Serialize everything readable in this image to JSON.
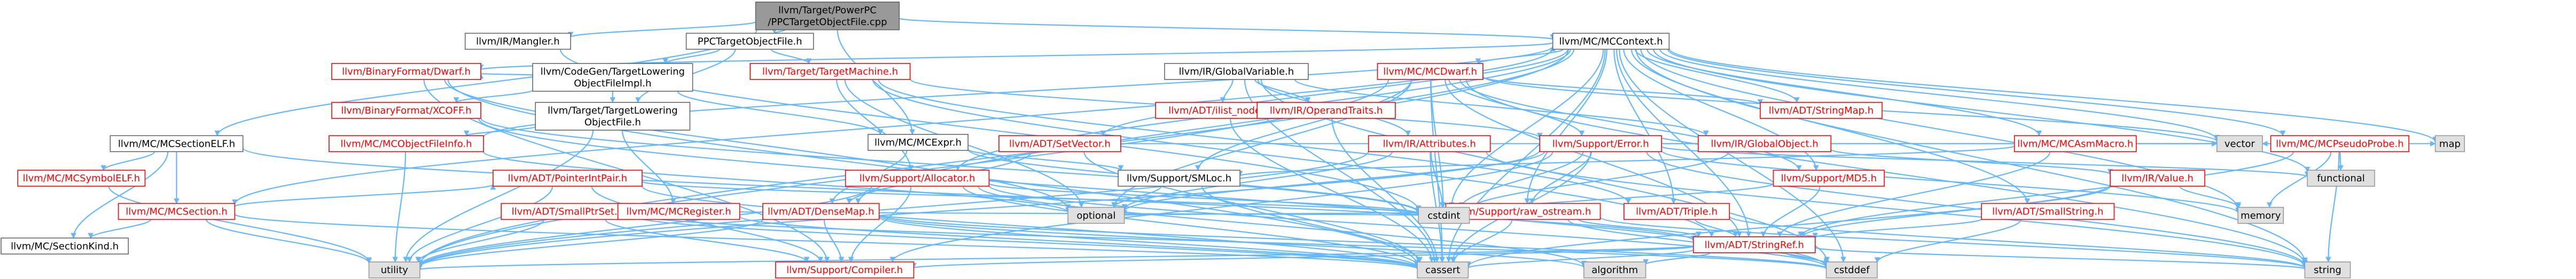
{
  "colors": {
    "edge": "#63b8ff",
    "root_fill": "#999999",
    "red_text": "#ff0000",
    "normal_text": "#000000",
    "system_fill": "#e0e0e0",
    "node_border": "#666666"
  },
  "nodes": [
    {
      "id": "root",
      "lines": [
        "llvm/Target/PowerPC",
        "/PPCTargetObjectFile.cpp"
      ],
      "style": "root"
    },
    {
      "id": "irmangler",
      "lines": [
        "llvm/IR/Mangler.h"
      ],
      "style": "normal"
    },
    {
      "id": "ppctof",
      "lines": [
        "PPCTargetObjectFile.h"
      ],
      "style": "normal"
    },
    {
      "id": "mcsectionelf",
      "lines": [
        "llvm/MC/MCSectionELF.h"
      ],
      "style": "normal"
    },
    {
      "id": "mcexpr",
      "lines": [
        "llvm/MC/MCExpr.h"
      ],
      "style": "normal"
    },
    {
      "id": "mccontext",
      "lines": [
        "llvm/MC/MCContext.h"
      ],
      "style": "normal"
    },
    {
      "id": "targetmachine",
      "lines": [
        "llvm/Target/TargetMachine.h"
      ],
      "style": "red"
    },
    {
      "id": "globalvariable",
      "lines": [
        "llvm/IR/GlobalVariable.h"
      ],
      "style": "normal"
    },
    {
      "id": "mcdwarf",
      "lines": [
        "llvm/MC/MCDwarf.h"
      ],
      "style": "red"
    },
    {
      "id": "binaryformatdwarf",
      "lines": [
        "llvm/BinaryFormat/Dwarf.h"
      ],
      "style": "red"
    },
    {
      "id": "cgtloft",
      "lines": [
        "llvm/CodeGen/TargetLowering",
        "ObjectFileImpl.h"
      ],
      "style": "normal"
    },
    {
      "id": "targetloft",
      "lines": [
        "llvm/Target/TargetLowering",
        "ObjectFile.h"
      ],
      "style": "normal"
    },
    {
      "id": "binaryformatxcoff",
      "lines": [
        "llvm/BinaryFormat/XCOFF.h"
      ],
      "style": "red"
    },
    {
      "id": "mcsymbolelf",
      "lines": [
        "llvm/MC/MCSymbolELF.h"
      ],
      "style": "red"
    },
    {
      "id": "mcsection",
      "lines": [
        "llvm/MC/MCSection.h"
      ],
      "style": "red"
    },
    {
      "id": "mcsectionkind",
      "lines": [
        "llvm/MC/SectionKind.h"
      ],
      "style": "normal"
    },
    {
      "id": "mcobjectfileinfo",
      "lines": [
        "llvm/MC/MCObjectFileInfo.h"
      ],
      "style": "red"
    },
    {
      "id": "pointerintpair",
      "lines": [
        "llvm/ADT/PointerIntPair.h"
      ],
      "style": "red"
    },
    {
      "id": "smallptrset",
      "lines": [
        "llvm/ADT/SmallPtrSet.h"
      ],
      "style": "red"
    },
    {
      "id": "mcregister",
      "lines": [
        "llvm/MC/MCRegister.h"
      ],
      "style": "red"
    },
    {
      "id": "densemap",
      "lines": [
        "llvm/ADT/DenseMap.h"
      ],
      "style": "red"
    },
    {
      "id": "supportallocator",
      "lines": [
        "llvm/Support/Allocator.h"
      ],
      "style": "red"
    },
    {
      "id": "setvector",
      "lines": [
        "llvm/ADT/SetVector.h"
      ],
      "style": "red"
    },
    {
      "id": "ilistnode",
      "lines": [
        "llvm/ADT/ilist_node.h"
      ],
      "style": "red"
    },
    {
      "id": "operandtraits",
      "lines": [
        "llvm/IR/OperandTraits.h"
      ],
      "style": "red"
    },
    {
      "id": "irattributes",
      "lines": [
        "llvm/IR/Attributes.h"
      ],
      "style": "red"
    },
    {
      "id": "smloc",
      "lines": [
        "llvm/Support/SMLoc.h"
      ],
      "style": "normal"
    },
    {
      "id": "supporterror",
      "lines": [
        "llvm/Support/Error.h"
      ],
      "style": "red"
    },
    {
      "id": "rawostream",
      "lines": [
        "llvm/Support/raw_ostream.h"
      ],
      "style": "red"
    },
    {
      "id": "triple",
      "lines": [
        "llvm/ADT/Triple.h"
      ],
      "style": "red"
    },
    {
      "id": "globalobject",
      "lines": [
        "llvm/IR/GlobalObject.h"
      ],
      "style": "red"
    },
    {
      "id": "stringmap",
      "lines": [
        "llvm/ADT/StringMap.h"
      ],
      "style": "red"
    },
    {
      "id": "mcasmmacro",
      "lines": [
        "llvm/MC/MCAsmMacro.h"
      ],
      "style": "red"
    },
    {
      "id": "supportmd5",
      "lines": [
        "llvm/Support/MD5.h"
      ],
      "style": "red"
    },
    {
      "id": "irvalue",
      "lines": [
        "llvm/IR/Value.h"
      ],
      "style": "red"
    },
    {
      "id": "smallstring",
      "lines": [
        "llvm/ADT/SmallString.h"
      ],
      "style": "red"
    },
    {
      "id": "mcpseudoprobe",
      "lines": [
        "llvm/MC/MCPseudoProbe.h"
      ],
      "style": "red"
    },
    {
      "id": "stringref",
      "lines": [
        "llvm/ADT/StringRef.h"
      ],
      "style": "red"
    },
    {
      "id": "compiler",
      "lines": [
        "llvm/Support/Compiler.h"
      ],
      "style": "red"
    },
    {
      "id": "utility",
      "lines": [
        "utility"
      ],
      "style": "system"
    },
    {
      "id": "optional",
      "lines": [
        "optional"
      ],
      "style": "system"
    },
    {
      "id": "cstdint",
      "lines": [
        "cstdint"
      ],
      "style": "system"
    },
    {
      "id": "cassert",
      "lines": [
        "cassert"
      ],
      "style": "system"
    },
    {
      "id": "algorithm",
      "lines": [
        "algorithm"
      ],
      "style": "system"
    },
    {
      "id": "cstddef",
      "lines": [
        "cstddef"
      ],
      "style": "system"
    },
    {
      "id": "string",
      "lines": [
        "string"
      ],
      "style": "system"
    },
    {
      "id": "vector",
      "lines": [
        "vector"
      ],
      "style": "system"
    },
    {
      "id": "functional",
      "lines": [
        "functional"
      ],
      "style": "system"
    },
    {
      "id": "map",
      "lines": [
        "map"
      ],
      "style": "system"
    },
    {
      "id": "memory",
      "lines": [
        "memory"
      ],
      "style": "system"
    }
  ],
  "edges": [
    [
      "root",
      "irmangler"
    ],
    [
      "root",
      "ppctof"
    ],
    [
      "root",
      "mcsectionelf"
    ],
    [
      "root",
      "mcexpr"
    ],
    [
      "root",
      "mccontext"
    ],
    [
      "ppctof",
      "targetloft"
    ],
    [
      "ppctof",
      "cgtloft"
    ],
    [
      "ppctof",
      "targetmachine"
    ],
    [
      "cgtloft",
      "binaryformatdwarf"
    ],
    [
      "cgtloft",
      "binaryformatxcoff"
    ],
    [
      "cgtloft",
      "targetloft"
    ],
    [
      "cgtloft",
      "mcexpr"
    ],
    [
      "targetloft",
      "mcobjectfileinfo"
    ],
    [
      "targetloft",
      "mcregister"
    ],
    [
      "targetloft",
      "utility"
    ],
    [
      "targetmachine",
      "supportallocator"
    ],
    [
      "targetmachine",
      "supporterror"
    ],
    [
      "targetmachine",
      "stringref"
    ],
    [
      "targetmachine",
      "triple"
    ],
    [
      "targetmachine",
      "optional"
    ],
    [
      "mcsectionelf",
      "mcsymbolelf"
    ],
    [
      "mcsectionelf",
      "mcsection"
    ],
    [
      "mcsectionelf",
      "mcsectionkind"
    ],
    [
      "mcsectionelf",
      "stringref"
    ],
    [
      "mcsection",
      "mcsectionkind"
    ],
    [
      "mcsection",
      "pointerintpair"
    ],
    [
      "mcsection",
      "utility"
    ],
    [
      "mcsection",
      "cassert"
    ],
    [
      "mcexpr",
      "smloc"
    ],
    [
      "mcexpr",
      "densemap"
    ],
    [
      "mcexpr",
      "cstdint"
    ],
    [
      "smloc",
      "cassert"
    ],
    [
      "smloc",
      "optional"
    ],
    [
      "mccontext",
      "mcdwarf"
    ],
    [
      "mccontext",
      "binaryformatdwarf"
    ],
    [
      "mccontext",
      "setvector"
    ],
    [
      "mccontext",
      "mcasmmacro"
    ],
    [
      "mccontext",
      "mcpseudoprobe"
    ],
    [
      "mccontext",
      "stringmap"
    ],
    [
      "mccontext",
      "smallstring"
    ],
    [
      "mccontext",
      "supportallocator"
    ],
    [
      "mccontext",
      "supportmd5"
    ],
    [
      "mccontext",
      "rawostream"
    ],
    [
      "mccontext",
      "triple"
    ],
    [
      "mccontext",
      "stringref"
    ],
    [
      "mccontext",
      "densemap"
    ],
    [
      "mccontext",
      "mcsection"
    ],
    [
      "mccontext",
      "vector"
    ],
    [
      "mccontext",
      "string"
    ],
    [
      "mccontext",
      "map"
    ],
    [
      "mccontext",
      "memory"
    ],
    [
      "mccontext",
      "functional"
    ],
    [
      "mccontext",
      "utility"
    ],
    [
      "mccontext",
      "cstdint"
    ],
    [
      "mccontext",
      "cstddef"
    ],
    [
      "mccontext",
      "cassert"
    ],
    [
      "globalvariable",
      "ilistnode"
    ],
    [
      "globalvariable",
      "operandtraits"
    ],
    [
      "globalvariable",
      "irattributes"
    ],
    [
      "globalvariable",
      "globalobject"
    ],
    [
      "globalvariable",
      "cassert"
    ],
    [
      "globalvariable",
      "cstddef"
    ],
    [
      "mcdwarf",
      "supporterror"
    ],
    [
      "mcdwarf",
      "stringref"
    ],
    [
      "mcdwarf",
      "stringmap"
    ],
    [
      "mcdwarf",
      "supportmd5"
    ],
    [
      "mcdwarf",
      "smloc"
    ],
    [
      "mcdwarf",
      "optional"
    ],
    [
      "mcdwarf",
      "cassert"
    ],
    [
      "mcdwarf",
      "cstdint"
    ],
    [
      "mcdwarf",
      "string"
    ],
    [
      "mcdwarf",
      "utility"
    ],
    [
      "mcdwarf",
      "vector"
    ],
    [
      "supporterror",
      "compiler"
    ],
    [
      "supporterror",
      "rawostream"
    ],
    [
      "supporterror",
      "cassert"
    ],
    [
      "supporterror",
      "cstdint"
    ],
    [
      "supporterror",
      "string"
    ],
    [
      "supporterror",
      "optional"
    ],
    [
      "supporterror",
      "memory"
    ],
    [
      "supporterror",
      "utility"
    ],
    [
      "supporterror",
      "functional"
    ],
    [
      "supporterror",
      "vector"
    ],
    [
      "rawostream",
      "stringref"
    ],
    [
      "rawostream",
      "cassert"
    ],
    [
      "rawostream",
      "cstddef"
    ],
    [
      "rawostream",
      "cstdint"
    ],
    [
      "rawostream",
      "string"
    ],
    [
      "rawostream",
      "optional"
    ],
    [
      "triple",
      "stringref"
    ],
    [
      "triple",
      "string"
    ],
    [
      "irattributes",
      "cassert"
    ],
    [
      "irattributes",
      "cstdint"
    ],
    [
      "irattributes",
      "optional"
    ],
    [
      "irattributes",
      "string"
    ],
    [
      "irattributes",
      "utility"
    ],
    [
      "globalobject",
      "irvalue"
    ],
    [
      "globalobject",
      "cstdint"
    ],
    [
      "irvalue",
      "cassert"
    ],
    [
      "irvalue",
      "memory"
    ],
    [
      "irvalue",
      "stringref"
    ],
    [
      "smallstring",
      "stringref"
    ],
    [
      "smallstring",
      "cstddef"
    ],
    [
      "supportmd5",
      "stringref"
    ],
    [
      "supportmd5",
      "cstdint"
    ],
    [
      "mcasmmacro",
      "smloc"
    ],
    [
      "mcasmmacro",
      "vector"
    ],
    [
      "mcasmmacro",
      "stringref"
    ],
    [
      "mcpseudoprobe",
      "vector"
    ],
    [
      "mcpseudoprobe",
      "map"
    ],
    [
      "mcpseudoprobe",
      "string"
    ],
    [
      "mcpseudoprobe",
      "stringref"
    ],
    [
      "mcpseudoprobe",
      "memory"
    ],
    [
      "mcpseudoprobe",
      "functional"
    ],
    [
      "stringref",
      "compiler"
    ],
    [
      "stringref",
      "algorithm"
    ],
    [
      "stringref",
      "cassert"
    ],
    [
      "stringref",
      "cstddef"
    ],
    [
      "stringref",
      "string"
    ],
    [
      "stringref",
      "utility"
    ],
    [
      "supportallocator",
      "compiler"
    ],
    [
      "supportallocator",
      "cassert"
    ],
    [
      "supportallocator",
      "cstddef"
    ],
    [
      "supportallocator",
      "cstdint"
    ],
    [
      "supportallocator",
      "algorithm"
    ],
    [
      "supportallocator",
      "utility"
    ],
    [
      "densemap",
      "compiler"
    ],
    [
      "densemap",
      "algorithm"
    ],
    [
      "densemap",
      "cassert"
    ],
    [
      "densemap",
      "cstddef"
    ],
    [
      "densemap",
      "utility"
    ],
    [
      "pointerintpair",
      "compiler"
    ],
    [
      "pointerintpair",
      "cassert"
    ],
    [
      "pointerintpair",
      "cstdint"
    ],
    [
      "pointerintpair",
      "utility"
    ],
    [
      "smallptrset",
      "compiler"
    ],
    [
      "smallptrset",
      "cassert"
    ],
    [
      "smallptrset",
      "cstddef"
    ],
    [
      "smallptrset",
      "utility"
    ],
    [
      "mcregister",
      "cassert"
    ],
    [
      "mcregister",
      "cstdint"
    ],
    [
      "mcobjectfileinfo",
      "mccontext"
    ],
    [
      "mcobjectfileinfo",
      "utility"
    ],
    [
      "mcobjectfileinfo",
      "optional"
    ],
    [
      "setvector",
      "densemap"
    ],
    [
      "setvector",
      "cassert"
    ],
    [
      "setvector",
      "vector"
    ],
    [
      "binaryformatdwarf",
      "cassert"
    ],
    [
      "binaryformatdwarf",
      "optional"
    ],
    [
      "binaryformatdwarf",
      "compiler"
    ],
    [
      "binaryformatxcoff",
      "cstddef"
    ],
    [
      "binaryformatxcoff",
      "cstdint"
    ],
    [
      "ilistnode",
      "cassert"
    ],
    [
      "operandtraits",
      "cassert"
    ],
    [
      "irmangler",
      "cstdint"
    ],
    [
      "mcsymbolelf",
      "utility"
    ]
  ]
}
